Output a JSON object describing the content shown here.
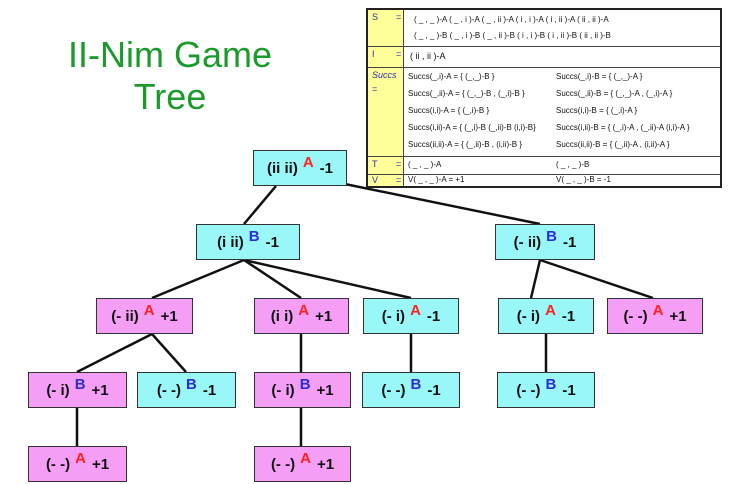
{
  "title": {
    "line1": "II-Nim Game",
    "line2": "Tree"
  },
  "colors": {
    "title": "#1a9a2a",
    "player_a": "#ff2020",
    "player_b": "#2d2dd8",
    "node_a_fill": "#f59ef5",
    "node_b_fill": "#99f7f7",
    "def_label_fill": "#ffff99"
  },
  "tree": {
    "root": {
      "state": "(ii ii)",
      "player": "A",
      "value": "-1"
    },
    "n_i_ii": {
      "state": "(i  ii)",
      "player": "B",
      "value": "-1"
    },
    "n_m_ii": {
      "state": "(-  ii)",
      "player": "B",
      "value": "-1"
    },
    "n_m_ii_a": {
      "state": "(- ii)",
      "player": "A",
      "value": "+1"
    },
    "n_i_i_a": {
      "state": "(i i)",
      "player": "A",
      "value": "+1"
    },
    "n_m_i_a1": {
      "state": "(- i)",
      "player": "A",
      "value": "-1"
    },
    "n_m_i_a2": {
      "state": "(- i)",
      "player": "A",
      "value": "-1"
    },
    "n_mm_a1": {
      "state": "(- -)",
      "player": "A",
      "value": "+1"
    },
    "n_m_i_b1": {
      "state": "(-  i)",
      "player": "B",
      "value": "+1"
    },
    "n_mm_b1": {
      "state": "(-  -)",
      "player": "B",
      "value": "-1"
    },
    "n_m_i_b2": {
      "state": "(-  i)",
      "player": "B",
      "value": "+1"
    },
    "n_mm_b2": {
      "state": "(-  -)",
      "player": "B",
      "value": "-1"
    },
    "n_mm_b3": {
      "state": "(-  -)",
      "player": "B",
      "value": "-1"
    },
    "n_mm_a2": {
      "state": "(- -)",
      "player": "A",
      "value": "+1"
    },
    "n_mm_a3": {
      "state": "(- -)",
      "player": "A",
      "value": "+1"
    }
  },
  "definitions": {
    "S": {
      "label": "S",
      "eq": "=",
      "line1": "( _ , _ )-A ( _ , i )-A ( _ , ii )-A ( i , i )-A ( i , ii )-A ( ii , ii )-A",
      "line2": "( _ , _ )-B ( _ , i )-B ( _ , ii )-B ( i , i )-B ( i , ii )-B ( ii , ii )-B"
    },
    "I": {
      "label": "I",
      "eq": "=",
      "value": "( ii , ii )-A"
    },
    "Succs": {
      "label": "Succs",
      "eq": "=",
      "rows": [
        [
          "Succs(_,i)-A = { (_,_)-B }",
          "Succs(_,i)-B = { (_,_)-A }"
        ],
        [
          "Succs(_,ii)-A = { (_,_)-B , (_,i)-B }",
          "Succs(_,ii)-B = { (_,_)-A , (_,i)-A }"
        ],
        [
          "Succs(i,i)-A = { (_,i)-B }",
          "Succs(i,i)-B = { (_,i)-A }"
        ],
        [
          "Succs(i,ii)-A = { (_,i)-B (_,ii)-B (i,i)-B}",
          "Succs(i,ii)-B = { (_,i)-A , (_,ii)-A (i,i)-A }"
        ],
        [
          "Succs(ii,ii)-A = { (_,ii)-B , (i,ii)-B }",
          "Succs(ii,ii)-B = { (_,ii)-A , (i,ii)-A }"
        ]
      ]
    },
    "T": {
      "label": "T",
      "eq": "=",
      "a": "( _ , _ )-A",
      "b": "( _ , _ )-B"
    },
    "V": {
      "label": "V",
      "eq": "=",
      "a": "V( _ , _ )-A = +1",
      "b": "V( _ , _ )-B = -1"
    }
  }
}
